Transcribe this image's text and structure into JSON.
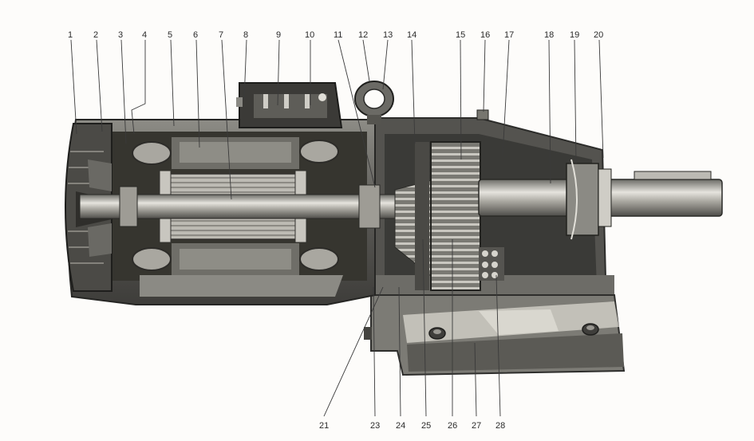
{
  "diagram": {
    "labels_top": [
      "1",
      "2",
      "3",
      "4",
      "5",
      "6",
      "7",
      "8",
      "9",
      "10",
      "11",
      "12",
      "13",
      "14",
      "15",
      "16",
      "17",
      "18",
      "19",
      "20"
    ],
    "labels_bottom": [
      "21",
      "23",
      "24",
      "25",
      "26",
      "27",
      "28"
    ]
  }
}
